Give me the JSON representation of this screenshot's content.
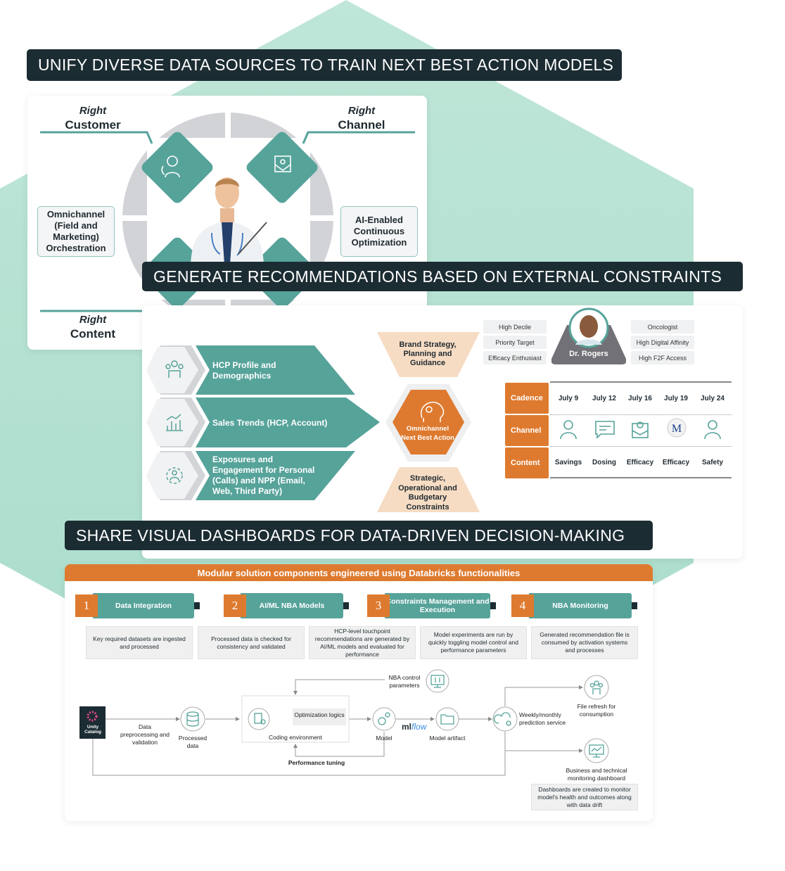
{
  "colors": {
    "teal": "#56a39a",
    "navy": "#1c2c33",
    "orange": "#de7a2f",
    "peach": "#f6dcc3",
    "mint": "#bfe6d8"
  },
  "banners": {
    "b1": "UNIFY DIVERSE DATA SOURCES TO TRAIN NEXT BEST ACTION MODELS",
    "b2": "GENERATE RECOMMENDATIONS BASED ON EXTERNAL CONSTRAINTS",
    "b3": "SHARE VISUAL DASHBOARDS FOR DATA-DRIVEN DECISION-MAKING"
  },
  "wheel": {
    "right_word": "Right",
    "customer": "Customer",
    "channel": "Channel",
    "content": "Content",
    "left_box": "Omnichannel (Field and Marketing) Orchestration",
    "right_box": "AI-Enabled Continuous Optimization"
  },
  "inputs": [
    {
      "label": "HCP Profile and Demographics",
      "icon": "people-icon"
    },
    {
      "label": "Sales Trends (HCP, Account)",
      "icon": "chart-icon"
    },
    {
      "label": "Exposures and Engagement for Personal (Calls) and NPP (Email, Web, Third Party)",
      "icon": "network-icon"
    }
  ],
  "nba": {
    "top": "Brand Strategy, Planning and Guidance",
    "center": "Omnichannel Next Best Action",
    "bottom": "Strategic, Operational and Budgetary Constraints"
  },
  "hcp": {
    "name": "Dr. Rogers",
    "left_tags": [
      "High Decile",
      "Priority Target",
      "Efficacy Enthusiast"
    ],
    "right_tags": [
      "Oncologist",
      "High Digital Affinity",
      "High F2F Access"
    ]
  },
  "plan": {
    "rows": [
      "Cadence",
      "Channel",
      "Content"
    ],
    "dates": [
      "July 9",
      "July 12",
      "July 16",
      "July 19",
      "July 24"
    ],
    "channels": [
      "rep-icon",
      "chat-icon",
      "email-icon",
      "medscape-icon",
      "rep-icon"
    ],
    "medscape_letter": "M",
    "contents": [
      "Savings",
      "Dosing",
      "Efficacy",
      "Efficacy",
      "Safety"
    ]
  },
  "modular": {
    "title": "Modular solution components engineered using Databricks functionalities",
    "steps": [
      {
        "n": "1",
        "label": "Data Integration"
      },
      {
        "n": "2",
        "label": "AI/ML NBA Models"
      },
      {
        "n": "3",
        "label": "Constraints Management and Execution"
      },
      {
        "n": "4",
        "label": "NBA Monitoring"
      }
    ],
    "descs": [
      "Key required datasets are ingested and processed",
      "Processed data is checked for consistency and validated",
      "HCP-level touchpoint recommendations are generated by AI/ML models and evaluated for performance",
      "Model experiments are run by quickly toggling model control and performance parameters",
      "Generated recommendation file is consumed by activation systems and processes"
    ]
  },
  "flow": {
    "unity": "Unity Catalog",
    "preproc": "Data preprocessing and validation",
    "processed": "Processed data",
    "opt": "Optimization logics",
    "coding": "Coding environment",
    "nba_params": "NBA control parameters",
    "model": "Model",
    "mlflow_ml": "ml",
    "mlflow_flow": "flow",
    "artifact": "Model artifact",
    "perf": "Performance tuning",
    "weekly": "Weekly/monthly prediction service",
    "refresh": "File refresh for consumption",
    "dashboard": "Business and technical monitoring dashboard",
    "dash_desc": "Dashboards are created to monitor model's health and outcomes along with data drift"
  }
}
